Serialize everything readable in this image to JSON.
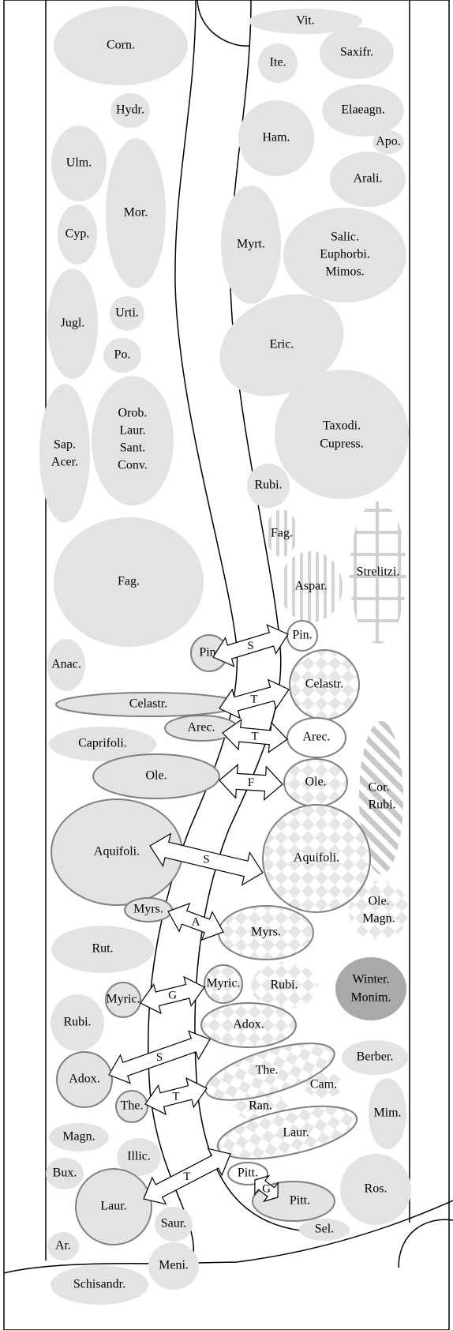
{
  "colors": {
    "fill": "#e3e3e3",
    "fill_dark": "#a9a9a9",
    "stroke": "#808080",
    "hatch": "#cfcfcf",
    "line": "#000000"
  },
  "labels": {
    "corn": "Corn.",
    "hydr": "Hydr.",
    "ulm": "Ulm.",
    "mor": "Mor.",
    "cyp": "Cyp.",
    "jugl": "Jugl.",
    "urti": "Urti.",
    "po": "Po.",
    "sap_acer": [
      "Sap.",
      "Acer."
    ],
    "orob_group": [
      "Orob.",
      "Laur.",
      "Sant.",
      "Conv."
    ],
    "fag_left": "Fag.",
    "anac": "Anac.",
    "caprifoli": "Caprifoli.",
    "rut": "Rut.",
    "rubi_left": "Rubi.",
    "magn": "Magn.",
    "illic": "Illic.",
    "bux": "Bux.",
    "ar": "Ar.",
    "schisandr": "Schisandr.",
    "meni": "Meni.",
    "saur": "Saur.",
    "vit": "Vit.",
    "ite": "Ite.",
    "saxifr": "Saxifr.",
    "elaeagn": "Elaeagn.",
    "ham": "Ham.",
    "apo": "Apo.",
    "arali": "Arali.",
    "myrt": "Myrt.",
    "salic_group": [
      "Salic.",
      "Euphorbi.",
      "Mimos."
    ],
    "eric": "Eric.",
    "taxodi_group": [
      "Taxodi.",
      "Cupress."
    ],
    "rubi_top": "Rubi.",
    "fag_right": "Fag.",
    "aspar": "Aspar.",
    "strelitzi": "Strelitzi.",
    "cor_rubi": [
      "Cor.",
      "Rubi."
    ],
    "ole_magn": [
      "Ole.",
      "Magn."
    ],
    "rubi_right": "Rubi.",
    "winter_monim": [
      "Winter.",
      "Monim."
    ],
    "berber": "Berber.",
    "cam": "Cam.",
    "ran": "Ran.",
    "mim": "Mim.",
    "ros": "Ros.",
    "sel": "Sel.",
    "pin_l": "Pin.",
    "pin_r": "Pin.",
    "celastr_l": "Celastr.",
    "celastr_r": "Celastr.",
    "arec_l": "Arec.",
    "arec_r": "Arec.",
    "ole_l": "Ole.",
    "ole_r": "Ole.",
    "aquifoli_l": "Aquifoli.",
    "aquifoli_r": "Aquifoli.",
    "myrs_l": "Myrs.",
    "myrs_r": "Myrs.",
    "myric_l": "Myric.",
    "myric_r": "Myric.",
    "adox_l": "Adox.",
    "adox_r": "Adox.",
    "the_l": "The.",
    "the_r": "The.",
    "laur_l": "Laur.",
    "laur_r": "Laur.",
    "pitt_1": "Pitt.",
    "pitt_2": "Pitt."
  },
  "arrows": {
    "s1": "S",
    "t1": "T",
    "t2": "T",
    "f1": "F",
    "s2": "S",
    "a1": "A",
    "g1": "G",
    "s3": "S",
    "t3": "T",
    "t4": "T",
    "g2": "G"
  }
}
